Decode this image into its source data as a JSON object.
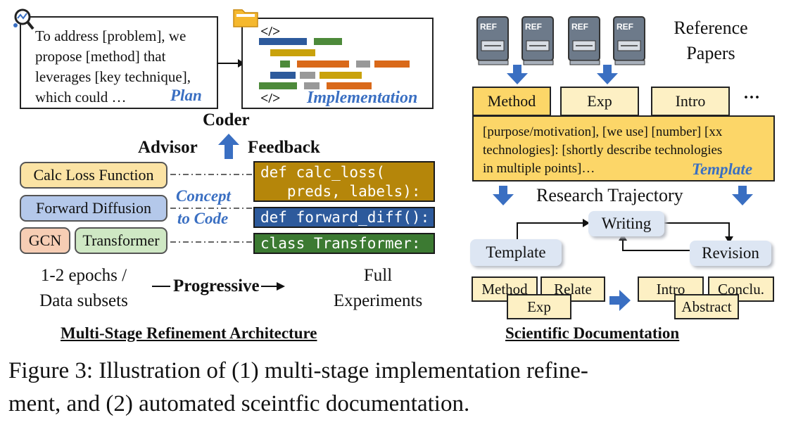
{
  "left": {
    "plan": {
      "lines": [
        "To address [problem], we",
        "propose [method] that",
        "leverages [key technique],",
        "which could …"
      ],
      "tag": "Plan"
    },
    "implementation": {
      "open_tag": "</>",
      "close_tag": "</>",
      "tag": "Implementation"
    },
    "coder_label": "Coder",
    "advisor_label": "Advisor",
    "feedback_label": "Feedback",
    "concept_label_1": "Concept",
    "concept_label_2": "to Code",
    "concepts": [
      {
        "label": "Calc Loss Function",
        "color": "#fbe3a4"
      },
      {
        "label": "Forward Diffusion",
        "color": "#b4c8ea"
      },
      {
        "label": "GCN",
        "color": "#f6cdb4"
      },
      {
        "label": "Transformer",
        "color": "#cfe8c4"
      }
    ],
    "code": {
      "calc_loss_1": "def calc_loss(",
      "calc_loss_2": "   preds, labels):",
      "forward_diff": "def forward_diff():",
      "transformer": "class Transformer:"
    },
    "progressive": {
      "left_1": "1-2 epochs /",
      "left_2": "Data subsets",
      "middle": "Progressive",
      "right_1": "Full",
      "right_2": "Experiments"
    },
    "title": "Multi-Stage Refinement Architecture"
  },
  "right": {
    "ref_label": "REF",
    "reference_1": "Reference",
    "reference_2": "Papers",
    "sections": [
      "Method",
      "Exp",
      "Intro"
    ],
    "ellipsis": "···",
    "template_text": [
      "[purpose/motivation], [we use] [number] [xx",
      "technologies]: [shortly describe technologies",
      "in multiple points]…"
    ],
    "template_tag": "Template",
    "trajectory_label": "Research Trajectory",
    "writing": "Writing",
    "template_box": "Template",
    "revision": "Revision",
    "docs_left": [
      "Method",
      "Relate",
      "Exp"
    ],
    "docs_right": [
      "Intro",
      "Conclu.",
      "Abstract"
    ],
    "title": "Scientific Documentation"
  },
  "caption": {
    "line1": "Figure 3: Illustration of (1) multi-stage implementation refine-",
    "line2": "ment, and (2) automated sceintfic documentation."
  },
  "colors": {
    "accent_blue": "#3a6fc2",
    "code_gold": "#b5860a",
    "code_blue": "#2d5a9c",
    "code_green": "#3c7a32",
    "doc_yellow": "#fbe3a4"
  }
}
